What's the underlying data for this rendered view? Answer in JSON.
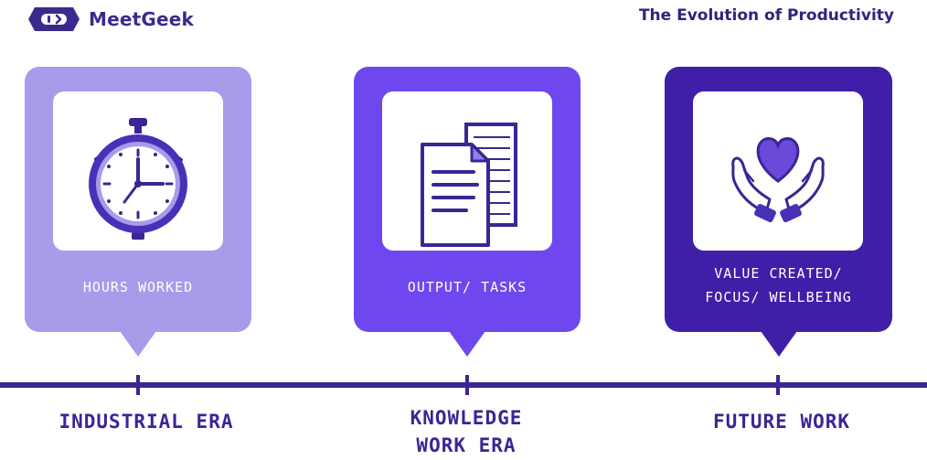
{
  "brand": {
    "name": "MeetGeek",
    "logo_icon": "robot-face-icon",
    "color": "#3b2a8e"
  },
  "header": {
    "title": "The Evolution of Productivity"
  },
  "stages": [
    {
      "label": "HOURS WORKED",
      "icon": "stopwatch-icon",
      "era": "INDUSTRIAL ERA",
      "color": "#a79bea"
    },
    {
      "label": "OUTPUT / TASKS",
      "icon": "documents-icon",
      "era": "KNOWLEDGE WORK ERA",
      "color": "#6e48ee"
    },
    {
      "label": "VALUE CREATED / FOCUS / WELLBEING",
      "icon": "hands-heart-icon",
      "era": "FUTURE WORK",
      "color": "#3f1fa8"
    }
  ],
  "labels": {
    "stage1": "HOURS WORKED",
    "stage2": "OUTPUT/ TASKS",
    "stage3_line1": "VALUE CREATED/",
    "stage3_line2": "FOCUS/ WELLBEING",
    "era1": "INDUSTRIAL ERA",
    "era2_line1": "KNOWLEDGE",
    "era2_line2": "WORK ERA",
    "era3": "FUTURE WORK"
  },
  "timeline_color": "#3d2494"
}
